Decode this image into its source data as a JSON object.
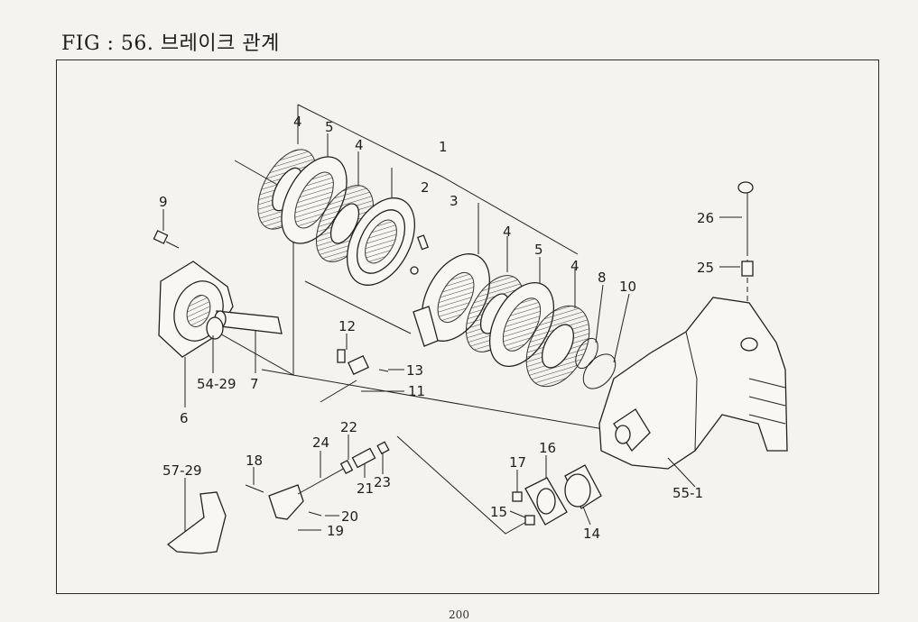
{
  "figure": {
    "title": "FIG : 56. 브레이크 관계"
  },
  "page_number": "200",
  "callouts": [
    {
      "id": "1",
      "label": "1"
    },
    {
      "id": "2",
      "label": "2"
    },
    {
      "id": "3",
      "label": "3"
    },
    {
      "id": "4a",
      "label": "4"
    },
    {
      "id": "4b",
      "label": "4"
    },
    {
      "id": "4c",
      "label": "4"
    },
    {
      "id": "4d",
      "label": "4"
    },
    {
      "id": "5a",
      "label": "5"
    },
    {
      "id": "5b",
      "label": "5"
    },
    {
      "id": "6",
      "label": "6"
    },
    {
      "id": "7",
      "label": "7"
    },
    {
      "id": "8",
      "label": "8"
    },
    {
      "id": "9",
      "label": "9"
    },
    {
      "id": "10",
      "label": "10"
    },
    {
      "id": "11",
      "label": "11"
    },
    {
      "id": "12",
      "label": "12"
    },
    {
      "id": "13",
      "label": "13"
    },
    {
      "id": "14",
      "label": "14"
    },
    {
      "id": "15",
      "label": "15"
    },
    {
      "id": "16",
      "label": "16"
    },
    {
      "id": "17",
      "label": "17"
    },
    {
      "id": "18",
      "label": "18"
    },
    {
      "id": "19",
      "label": "19"
    },
    {
      "id": "20",
      "label": "20"
    },
    {
      "id": "21",
      "label": "21"
    },
    {
      "id": "22",
      "label": "22"
    },
    {
      "id": "23",
      "label": "23"
    },
    {
      "id": "24",
      "label": "24"
    },
    {
      "id": "25",
      "label": "25"
    },
    {
      "id": "26",
      "label": "26"
    },
    {
      "id": "54-29",
      "label": "54-29"
    },
    {
      "id": "55-1",
      "label": "55-1"
    },
    {
      "id": "57-29",
      "label": "57-29"
    }
  ]
}
